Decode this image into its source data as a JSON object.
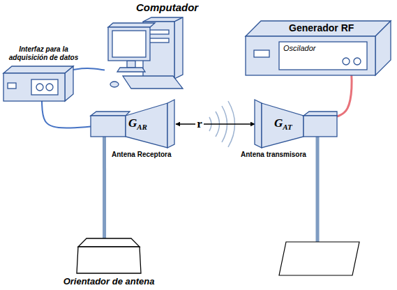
{
  "diagram": {
    "nodes": [
      {
        "text": [
          "Computador"
        ]
      },
      {
        "text": [
          "Generador RF"
        ]
      },
      {
        "text": [
          "Oscilador"
        ],
        "in": 1
      },
      {
        "text": [
          "Interfaz para la adquisición de datos"
        ]
      },
      {
        "text": [
          "GAR",
          "Antena Receptora"
        ]
      },
      {
        "text": [
          "GAT",
          "Antena transmisora"
        ]
      },
      {
        "text": [
          "Orientador de antena"
        ]
      }
    ],
    "edges": [
      {
        "from": 3,
        "to": 0,
        "arrow": "none"
      },
      {
        "from": 3,
        "to": 4,
        "arrow": "none"
      },
      {
        "from": 2,
        "to": 5,
        "arrow": "none"
      },
      {
        "from": 4,
        "to": 5,
        "label": "r",
        "arrow": "both"
      },
      {
        "from": 4,
        "to": 6,
        "arrow": "none"
      }
    ]
  }
}
